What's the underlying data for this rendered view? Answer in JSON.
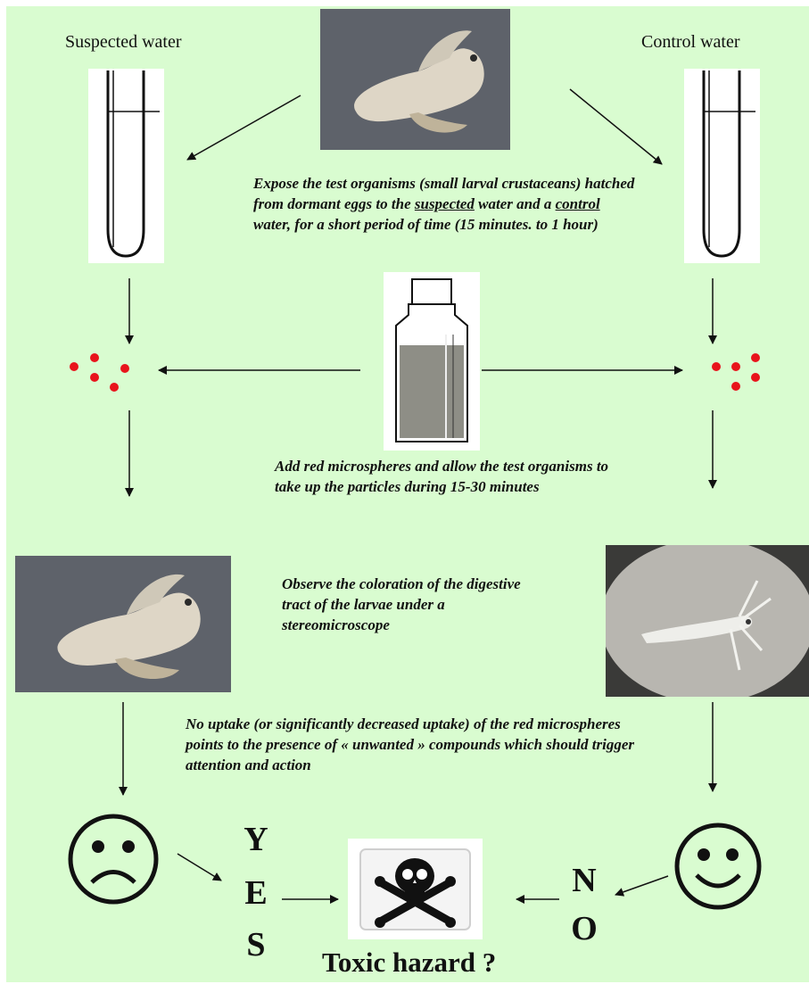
{
  "labels": {
    "suspected": "Suspected water",
    "control": "Control water"
  },
  "step1": {
    "part1": "Expose the test organisms (small larval crustaceans) hatched from dormant eggs to the ",
    "suspected": "suspected",
    "part2": " water and a ",
    "control": "control",
    "part3": " water, for a short period of time (15 minutes. to 1 hour)"
  },
  "step2": "Add red microspheres and allow the test organisms to take up the particles during 15-30 minutes",
  "step3": "Observe the coloration of the digestive tract of the larvae under a stereomicroscope",
  "step4": "No uptake (or significantly decreased uptake) of the red microspheres points to the presence of  « unwanted » compounds which should trigger attention and action",
  "yes_letters": [
    "Y",
    "E",
    "S"
  ],
  "no_letters": [
    "N",
    "O"
  ],
  "result": "Toxic hazard ?",
  "icons": {
    "sad": "sad-face-icon",
    "happy": "happy-face-icon",
    "hazard": "skull-crossbones-icon"
  },
  "colors": {
    "background": "#d9fcd0",
    "microsphere": "#e8141c",
    "photo_bg": "#5a5e66"
  }
}
